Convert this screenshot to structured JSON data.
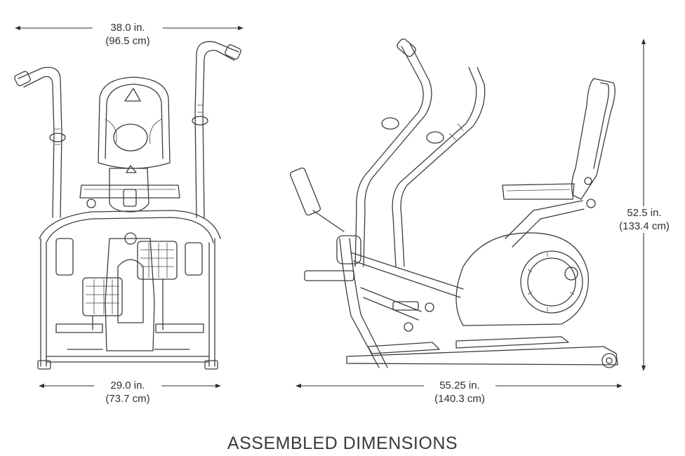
{
  "caption": "ASSEMBLED DIMENSIONS",
  "dimensions": {
    "top_width": {
      "imperial": "38.0 in.",
      "metric": "(96.5 cm)"
    },
    "base_width": {
      "imperial": "29.0 in.",
      "metric": "(73.7 cm)"
    },
    "length": {
      "imperial": "55.25 in.",
      "metric": "(140.3 cm)"
    },
    "height": {
      "imperial": "52.5 in.",
      "metric": "(133.4 cm)"
    }
  },
  "colors": {
    "line": "#3c3c3c",
    "text": "#2f2f2f",
    "background": "#ffffff"
  }
}
